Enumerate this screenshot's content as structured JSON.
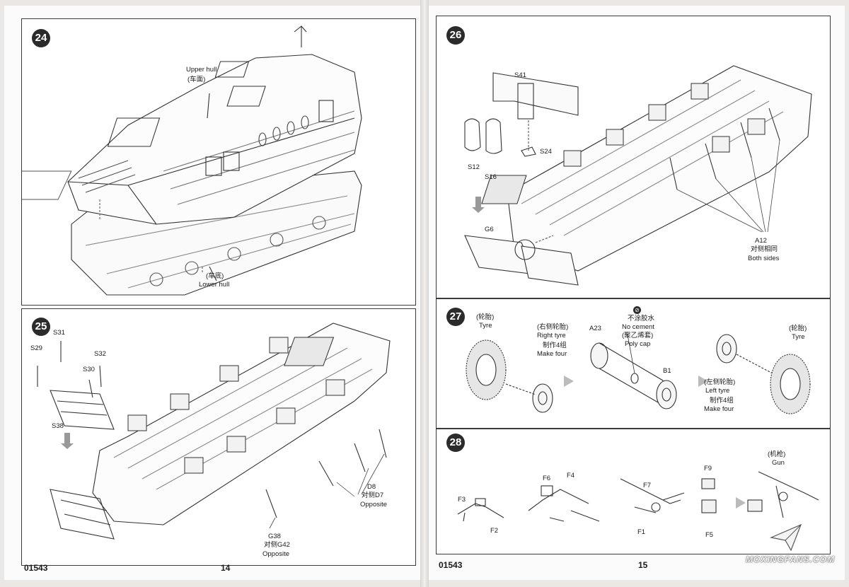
{
  "left_page": {
    "catalog_number": "01543",
    "page_number": "14",
    "step24": {
      "number": "24",
      "upper_hull_en": "Upper hull",
      "upper_hull_cn": "(车面)",
      "lower_hull_cn": "(车底)",
      "lower_hull_en": "Lower hull"
    },
    "step25": {
      "number": "25",
      "parts": [
        "S31",
        "S29",
        "S32",
        "S30",
        "S38"
      ],
      "d8": "D8",
      "d8_cn": "对侧D7",
      "d8_note": "Opposite",
      "g38": "G38",
      "g38_cn": "对侧G42",
      "g38_note": "Opposite"
    }
  },
  "right_page": {
    "catalog_number": "01543",
    "page_number": "15",
    "step26": {
      "number": "26",
      "parts": [
        "S41",
        "S12",
        "S16",
        "S24",
        "G6"
      ],
      "a12": "A12",
      "a12_cn": "对侧相同",
      "a12_note": "Both sides"
    },
    "step27": {
      "number": "27",
      "tyre_cn": "(轮胎)",
      "tyre_en": "Tyre",
      "right_tyre_cn": "(右侧轮胎)",
      "right_tyre_en": "Right tyre",
      "make_four_cn": "制作4组",
      "make_four_en": "Make four",
      "a23": "A23",
      "no_cement_cn": "不涂胶水",
      "no_cement_en": "No cement",
      "poly_cap_cn": "(聚乙烯套)",
      "poly_cap_en": "Poly cap",
      "b1": "B1",
      "left_tyre_cn": "(左侧轮胎)",
      "left_tyre_en": "Left tyre",
      "make_four_cn2": "制作4组",
      "make_four_en2": "Make four",
      "tyre_cn2": "(轮胎)",
      "tyre_en2": "Tyre"
    },
    "step28": {
      "number": "28",
      "parts": [
        "F3",
        "F2",
        "F6",
        "F4",
        "F7",
        "F1",
        "F9",
        "F5"
      ],
      "gun_cn": "(机枪)",
      "gun_en": "Gun"
    }
  },
  "watermark": "MOXINGFANS.COM"
}
